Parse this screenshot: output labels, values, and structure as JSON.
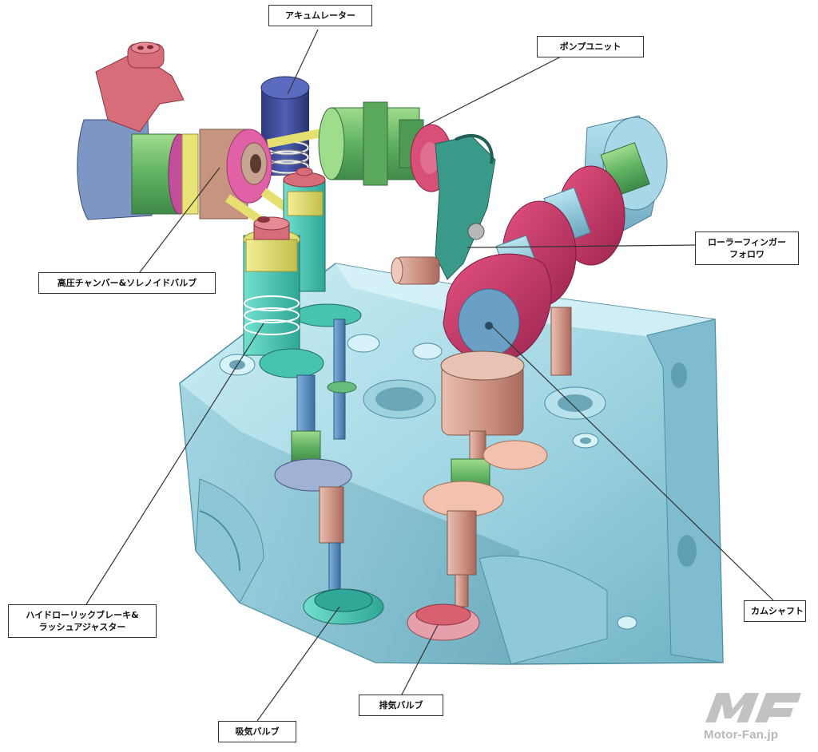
{
  "labels": {
    "accumulator": "アキュムレーター",
    "pump_unit": "ポンプユニット",
    "roller_finger_line1": "ローラーフィンガー",
    "roller_finger_line2": "フォロワ",
    "chamber_solenoid": "高圧チャンバー&ソレノイドバルブ",
    "hla_line1": "ハイドローリックブレーキ&",
    "hla_line2": "ラッシュアジャスター",
    "camshaft": "カムシャフト",
    "exhaust_valve": "排気バルブ",
    "intake_valve": "吸気バルブ"
  },
  "watermark": {
    "logo_letters": "MF",
    "site": "Motor-Fan.jp"
  },
  "colors": {
    "head_body": "#a9d9e6",
    "accumulator": "#3f4e9a",
    "pump_green": "#6dbb6a",
    "cam_crimson": "#cf3f72",
    "valve_teal": "#4ed0c0",
    "exhaust_pink": "#e08a9b",
    "solenoid_red": "#d86d7a",
    "yellow_ring": "#e6e070",
    "tan_part": "#d8a89a"
  }
}
